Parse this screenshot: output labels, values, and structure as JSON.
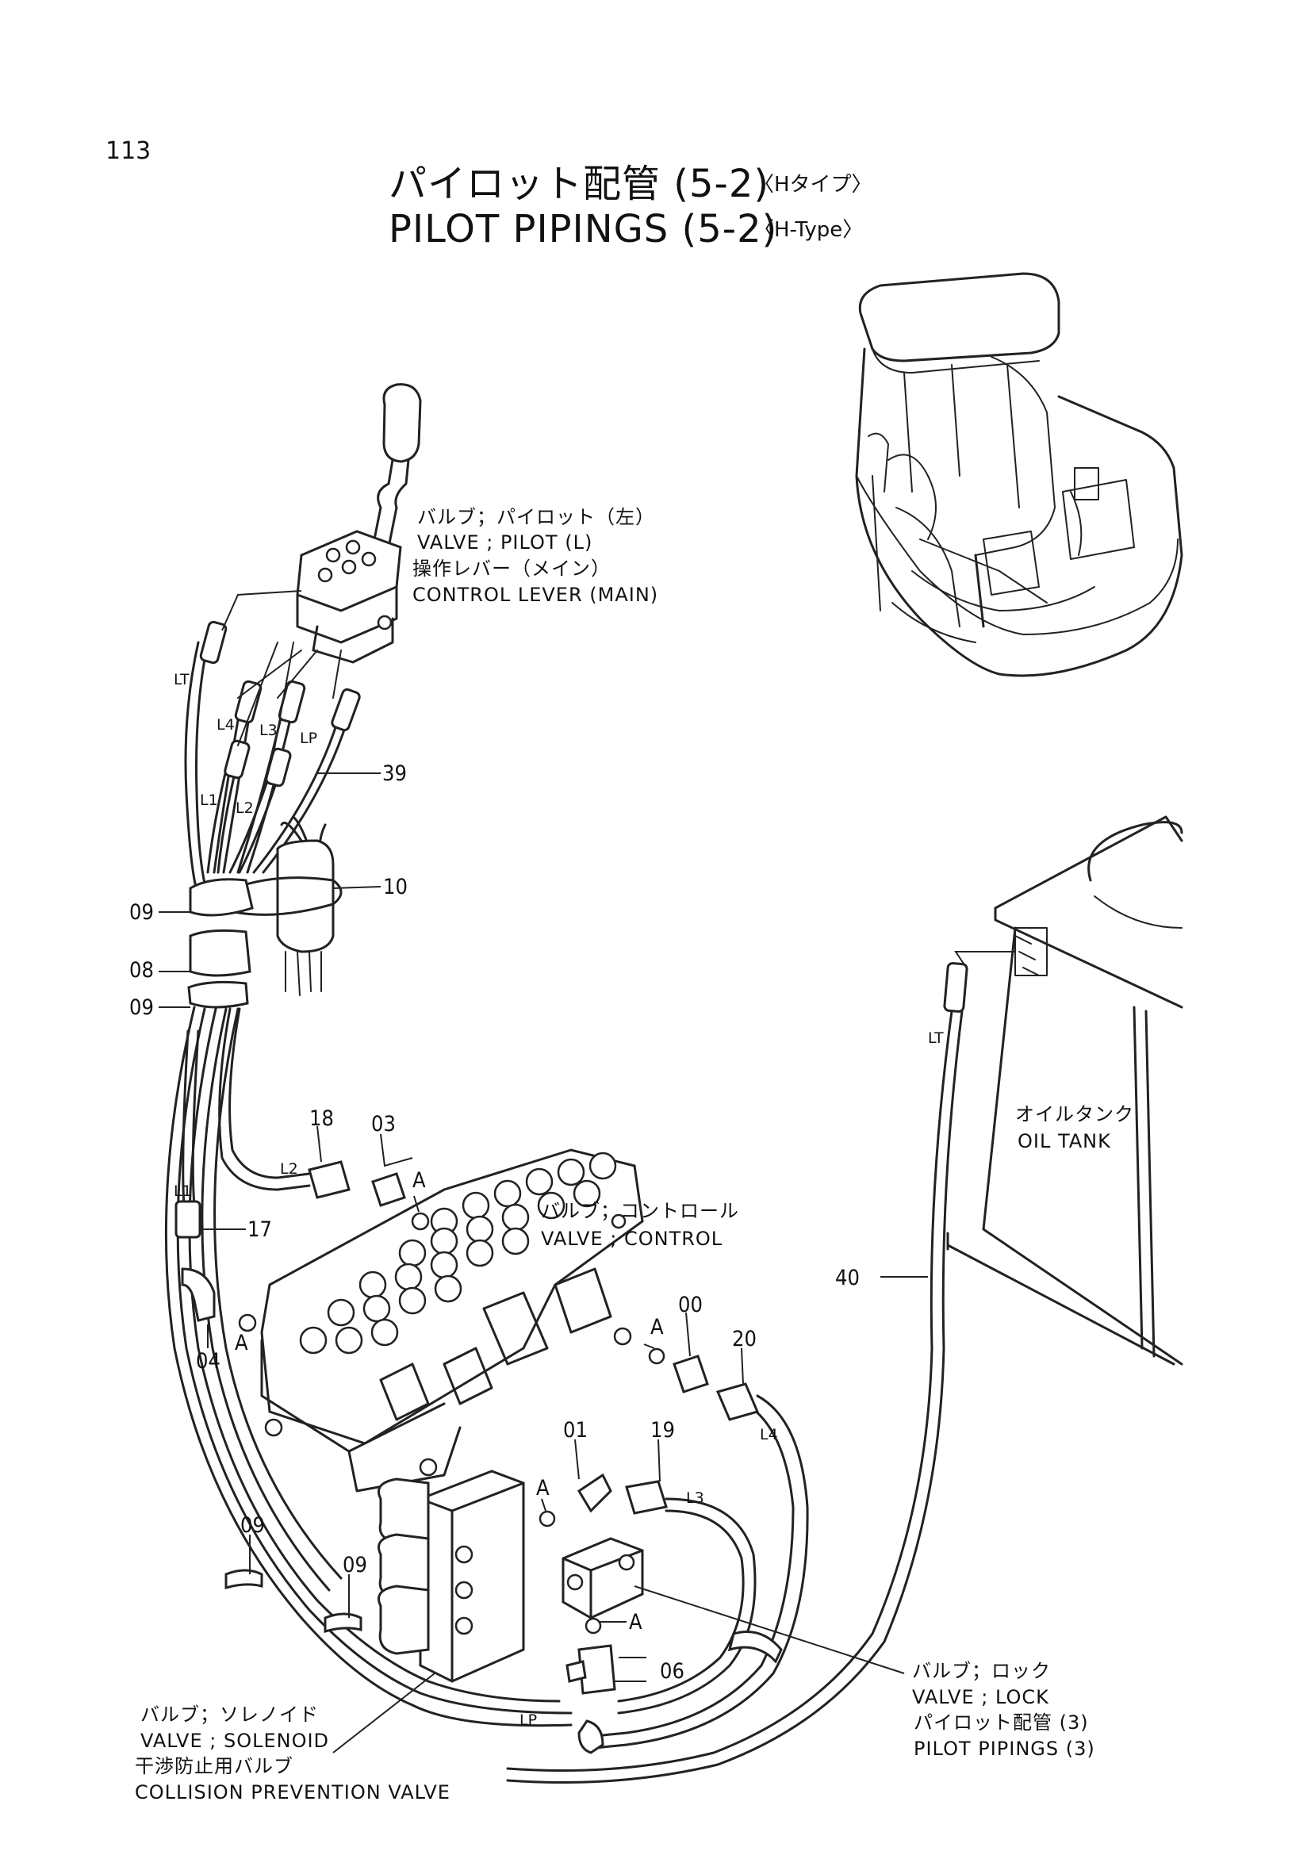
{
  "page_number": "113",
  "title": {
    "jp": "パイロット配管 (5-2)",
    "jp_sub": "〈Hタイプ〉",
    "en": "PILOT PIPINGS (5-2)",
    "en_sub": "〈H-Type〉"
  },
  "labels": {
    "pilot_valve_jp": "バルブ；パイロット（左）",
    "pilot_valve_en": "VALVE ; PILOT (L)",
    "control_lever_jp": "操作レバー（メイン）",
    "control_lever_en": "CONTROL LEVER (MAIN)",
    "oil_tank_jp": "オイルタンク",
    "oil_tank_en": "OIL TANK",
    "control_valve_jp": "バルブ；コントロール",
    "control_valve_en": "VALVE ; CONTROL",
    "lock_valve_jp": "バルブ；ロック",
    "lock_valve_en": "VALVE ; LOCK",
    "pilot_pipings3_jp": "パイロット配管 (3)",
    "pilot_pipings3_en": "PILOT PIPINGS (3)",
    "solenoid_jp": "バルブ；ソレノイド",
    "solenoid_en": "VALVE ; SOLENOID",
    "collision_jp": "干渉防止用バルブ",
    "collision_en": "COLLISION PREVENTION VALVE"
  },
  "part_numbers": {
    "p39": "39",
    "p10": "10",
    "p09a": "09",
    "p08": "08",
    "p09b": "09",
    "p18": "18",
    "p03": "03",
    "p17": "17",
    "p04": "04",
    "p00": "00",
    "p20": "20",
    "p01": "01",
    "p19": "19",
    "p40": "40",
    "p09c": "09",
    "p09d": "09",
    "p06": "06"
  },
  "hose_labels": {
    "lt1": "LT",
    "l4a": "L4",
    "l3a": "L3",
    "lp1": "LP",
    "l1a": "L1",
    "l2a": "L2",
    "l2b": "L2",
    "l1b": "L1",
    "l4b": "L4",
    "l3b": "L3",
    "lp2": "LP",
    "lt2": "LT"
  },
  "section_marks": {
    "a1": "A",
    "a2": "A",
    "a3": "A",
    "a4": "A",
    "a5": "A"
  }
}
